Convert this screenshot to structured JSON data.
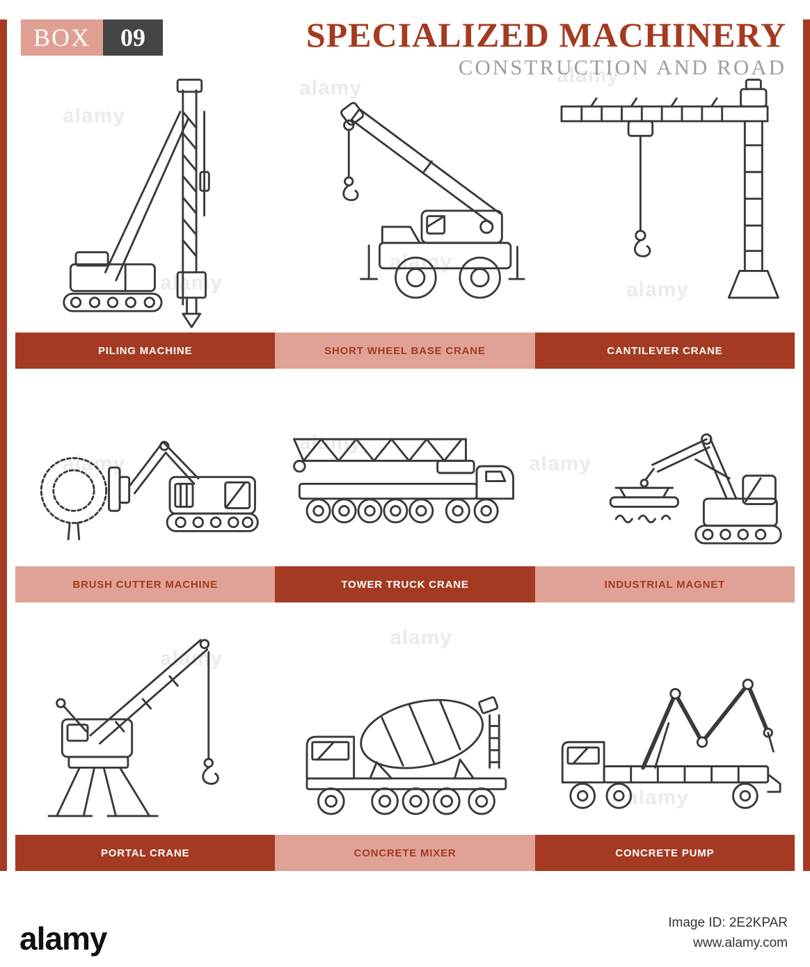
{
  "header": {
    "box_label": "BOX",
    "box_number": "09",
    "title": "SPECIALIZED MACHINERY",
    "subtitle": "CONSTRUCTION AND ROAD"
  },
  "palette": {
    "dark_red": "#A43A22",
    "salmon": "#E0A296",
    "box_number_bg": "#454545",
    "subtitle_gray": "#9E9E9E",
    "line_art": "#3a3a3a"
  },
  "rows": [
    {
      "cells": [
        {
          "label": "PILING MACHINE",
          "tone": "dark",
          "icon": "piling-machine"
        },
        {
          "label": "SHORT WHEEL BASE CRANE",
          "tone": "light",
          "icon": "short-wheel-base-crane"
        },
        {
          "label": "CANTILEVER CRANE",
          "tone": "dark",
          "icon": "cantilever-crane"
        }
      ]
    },
    {
      "cells": [
        {
          "label": "BRUSH CUTTER MACHINE",
          "tone": "light",
          "icon": "brush-cutter-machine"
        },
        {
          "label": "TOWER TRUCK CRANE",
          "tone": "dark",
          "icon": "tower-truck-crane"
        },
        {
          "label": "INDUSTRIAL MAGNET",
          "tone": "light",
          "icon": "industrial-magnet"
        }
      ]
    },
    {
      "cells": [
        {
          "label": "PORTAL CRANE",
          "tone": "dark",
          "icon": "portal-crane"
        },
        {
          "label": "CONCRETE MIXER",
          "tone": "light",
          "icon": "concrete-mixer"
        },
        {
          "label": "CONCRETE PUMP",
          "tone": "dark",
          "icon": "concrete-pump"
        }
      ]
    }
  ],
  "watermark": {
    "text": "alamy"
  },
  "footer": {
    "logo": "alamy",
    "image_id": "Image ID: 2E2KPAR",
    "url": "www.alamy.com"
  }
}
